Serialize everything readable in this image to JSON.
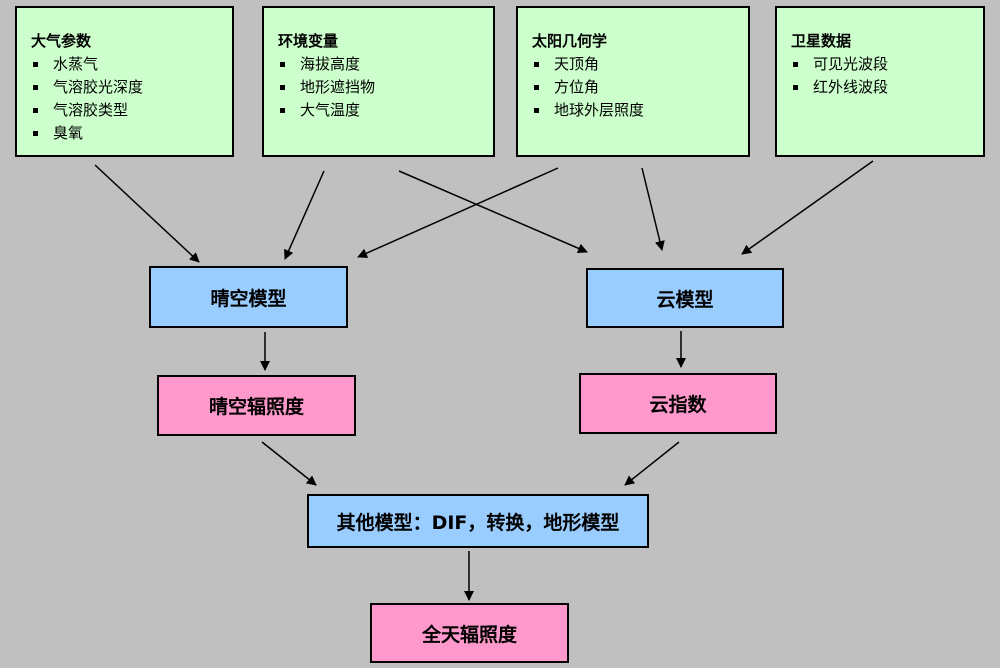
{
  "inputs": {
    "atmosphere": {
      "title": "大气参数",
      "items": [
        "水蒸气",
        "气溶胶光深度",
        "气溶胶类型",
        "臭氧"
      ]
    },
    "environment": {
      "title": "环境变量",
      "items": [
        "海拔高度",
        "地形遮挡物",
        "大气温度"
      ]
    },
    "solar": {
      "title": "太阳几何学",
      "items": [
        "天顶角",
        "方位角",
        "地球外层照度"
      ]
    },
    "satellite": {
      "title": "卫星数据",
      "items": [
        "可见光波段",
        "红外线波段"
      ]
    }
  },
  "models": {
    "clear_sky_model": "晴空模型",
    "cloud_model": "云模型",
    "clear_sky_irradiance": "晴空辐照度",
    "cloud_index": "云指数",
    "other_models": "其他模型：DIF，转换，地形模型",
    "global_irradiance": "全天辐照度"
  }
}
